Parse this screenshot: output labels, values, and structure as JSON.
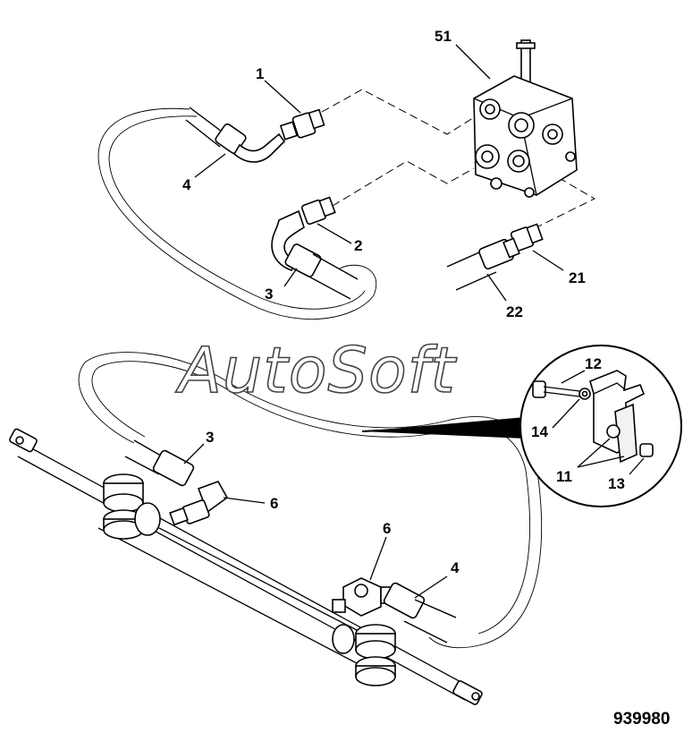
{
  "watermark": "AutoSoft",
  "figure_number": "939980",
  "callouts": {
    "c51": "51",
    "c1": "1",
    "c4a": "4",
    "c2": "2",
    "c3a": "3",
    "c21": "21",
    "c22": "22",
    "c12": "12",
    "c14": "14",
    "c11": "11",
    "c13": "13",
    "c3b": "3",
    "c6a": "6",
    "c6b": "6",
    "c4b": "4"
  }
}
